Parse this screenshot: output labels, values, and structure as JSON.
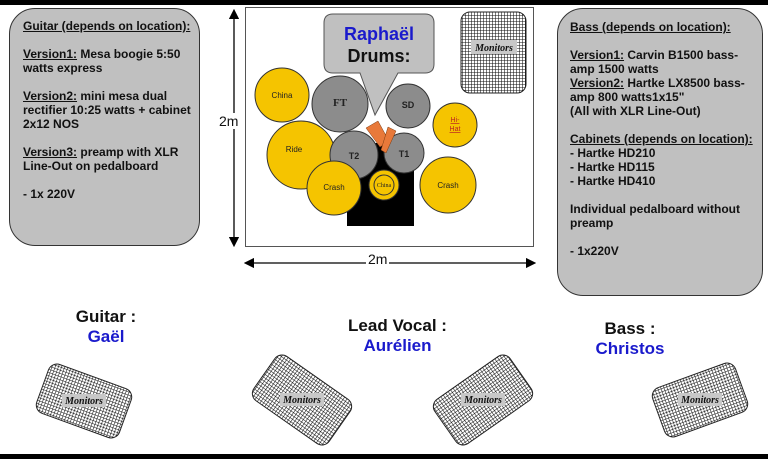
{
  "guitar_box": {
    "heading": "Guitar (depends on location):",
    "versions": [
      {
        "label": "Version1:",
        "text": " Mesa boogie 5:50 watts express"
      },
      {
        "label": "Version2:",
        "text": " mini mesa dual rectifier 10:25 watts + cabinet 2x12 NOS"
      },
      {
        "label": "Version3:",
        "text": " preamp with XLR Line-Out on pedalboard"
      }
    ],
    "power": "- 1x 220V"
  },
  "bass_box": {
    "heading": "Bass (depends on location):",
    "versions": [
      {
        "label": "Version1:",
        "text": " Carvin B1500 bass-amp 1500 watts"
      },
      {
        "label": "Version2:",
        "text": " Hartke LX8500 bass-amp 800 watts1x15\""
      }
    ],
    "note": "(All with XLR Line-Out)",
    "cabinets_heading": "Cabinets (depends on location):",
    "cabinets": [
      "- Hartke HD210",
      "- Hartke HD115",
      "- Hartke HD410"
    ],
    "pedalboard": "Individual pedalboard without preamp",
    "power": "- 1x220V"
  },
  "stage": {
    "height_label": "2m",
    "width_label": "2m",
    "drummer": {
      "name": "Raphaël",
      "role": "Drums:"
    },
    "monitor_label": "Monitors",
    "drum_kit": [
      {
        "id": "china-left",
        "label": "China",
        "type": "cymbal"
      },
      {
        "id": "floor-tom",
        "label": "FT",
        "type": "drum"
      },
      {
        "id": "snare",
        "label": "SD",
        "type": "drum"
      },
      {
        "id": "hi-hat",
        "label": "Hi-Hat",
        "type": "cymbal"
      },
      {
        "id": "ride",
        "label": "Ride",
        "type": "cymbal"
      },
      {
        "id": "tom2",
        "label": "T2",
        "type": "drum"
      },
      {
        "id": "tom1",
        "label": "T1",
        "type": "drum"
      },
      {
        "id": "crash-left",
        "label": "Crash",
        "type": "cymbal"
      },
      {
        "id": "china-center",
        "label": "China",
        "type": "cymbal"
      },
      {
        "id": "crash-right",
        "label": "Crash",
        "type": "cymbal"
      }
    ]
  },
  "musicians": [
    {
      "role": "Guitar :",
      "name": "Gaël"
    },
    {
      "role": "Lead Vocal :",
      "name": "Aurélien"
    },
    {
      "role": "Bass :",
      "name": "Christos"
    }
  ],
  "floor_monitors": [
    "Monitors",
    "Monitors",
    "Monitors",
    "Monitors"
  ],
  "colors": {
    "cymbal": "#f5c400",
    "drum": "#8c8c8c",
    "sticks": "#e8793a",
    "box": "#c0c0c0",
    "name": "#1a1acc"
  }
}
